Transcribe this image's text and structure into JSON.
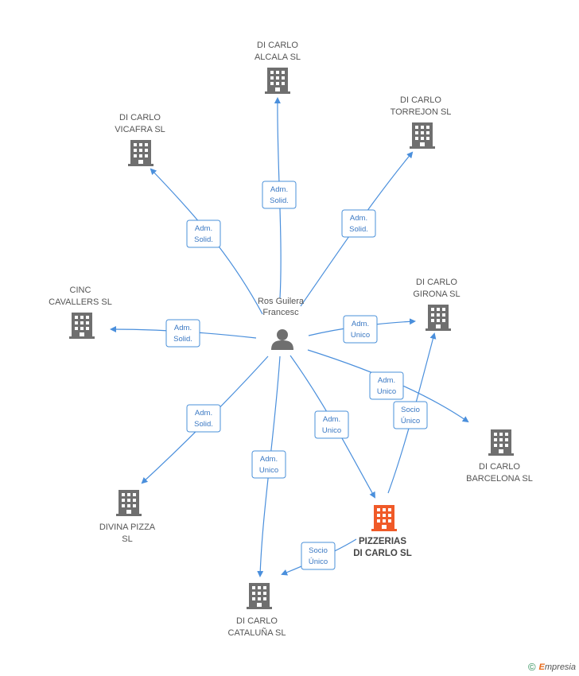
{
  "person": {
    "label_line1": "Ros Guilera",
    "label_line2": "Francesc",
    "icon": "person-icon"
  },
  "nodes": [
    {
      "id": "alcala",
      "lines": [
        "DI CARLO",
        "ALCALA SL"
      ],
      "icon": "building-icon"
    },
    {
      "id": "torrejon",
      "lines": [
        "DI CARLO",
        "TORREJON SL"
      ],
      "icon": "building-icon"
    },
    {
      "id": "vicafra",
      "lines": [
        "DI CARLO",
        "VICAFRA SL"
      ],
      "icon": "building-icon"
    },
    {
      "id": "cinc",
      "lines": [
        "CINC",
        "CAVALLERS SL"
      ],
      "icon": "building-icon"
    },
    {
      "id": "girona",
      "lines": [
        "DI CARLO",
        "GIRONA  SL"
      ],
      "icon": "building-icon"
    },
    {
      "id": "barcelona",
      "lines": [
        "DI CARLO",
        "BARCELONA  SL"
      ],
      "icon": "building-icon"
    },
    {
      "id": "divina",
      "lines": [
        "DIVINA PIZZA",
        "SL"
      ],
      "icon": "building-icon"
    },
    {
      "id": "pizzerias",
      "lines": [
        "PIZZERIAS",
        "DI CARLO SL"
      ],
      "icon": "building-icon",
      "focus": true
    },
    {
      "id": "cataluna",
      "lines": [
        "DI CARLO",
        "CATALUÑA  SL"
      ],
      "icon": "building-icon"
    }
  ],
  "relations": [
    {
      "id": "r-alcala",
      "lines": [
        "Adm.",
        "Solid."
      ]
    },
    {
      "id": "r-vicafra",
      "lines": [
        "Adm.",
        "Solid."
      ]
    },
    {
      "id": "r-torrejon",
      "lines": [
        "Adm.",
        "Solid."
      ]
    },
    {
      "id": "r-cinc",
      "lines": [
        "Adm.",
        "Solid."
      ]
    },
    {
      "id": "r-girona",
      "lines": [
        "Adm.",
        "Unico"
      ]
    },
    {
      "id": "r-barcelona",
      "lines": [
        "Adm.",
        "Unico"
      ]
    },
    {
      "id": "r-divina",
      "lines": [
        "Adm.",
        "Solid."
      ]
    },
    {
      "id": "r-pizzerias",
      "lines": [
        "Adm.",
        "Unico"
      ]
    },
    {
      "id": "r-cataluna",
      "lines": [
        "Adm.",
        "Unico"
      ]
    },
    {
      "id": "r-pz-girona",
      "lines": [
        "Socio",
        "Único"
      ]
    },
    {
      "id": "r-pz-cataluna",
      "lines": [
        "Socio",
        "Único"
      ]
    }
  ],
  "colors": {
    "edge": "#4a8fdc",
    "building": "#6f6f6f",
    "building_focus": "#f05a28",
    "person": "#6f6f6f"
  },
  "footer": {
    "copyright": "©",
    "brand_first": "E",
    "brand_rest": "mpresia"
  }
}
